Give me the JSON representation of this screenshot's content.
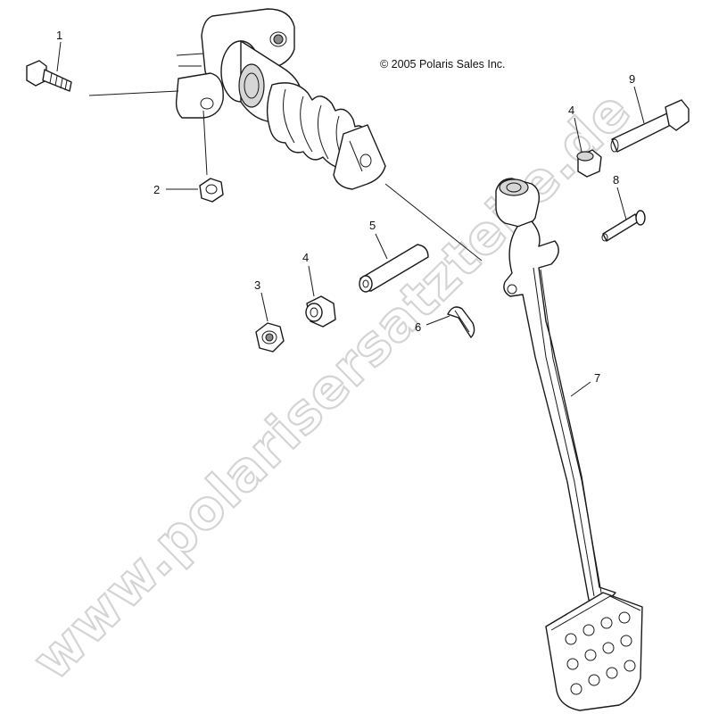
{
  "copyright": "© 2005 Polaris Sales Inc.",
  "watermark": "www.polarisersatzteile.de",
  "callouts": {
    "c1": "1",
    "c2": "2",
    "c3": "3",
    "c4a": "4",
    "c4b": "4",
    "c5": "5",
    "c6": "6",
    "c7": "7",
    "c8": "8",
    "c9": "9"
  },
  "parts": [
    {
      "ref": "1",
      "icon": "bolt-icon"
    },
    {
      "ref": "2",
      "icon": "nut-icon"
    },
    {
      "ref": "3",
      "icon": "nut-icon"
    },
    {
      "ref": "4",
      "icon": "bushing-icon"
    },
    {
      "ref": "5",
      "icon": "sleeve-icon"
    },
    {
      "ref": "6",
      "icon": "cotter-pin-icon"
    },
    {
      "ref": "7",
      "icon": "brake-pedal-icon"
    },
    {
      "ref": "8",
      "icon": "clevis-pin-icon"
    },
    {
      "ref": "9",
      "icon": "bolt-icon"
    }
  ]
}
